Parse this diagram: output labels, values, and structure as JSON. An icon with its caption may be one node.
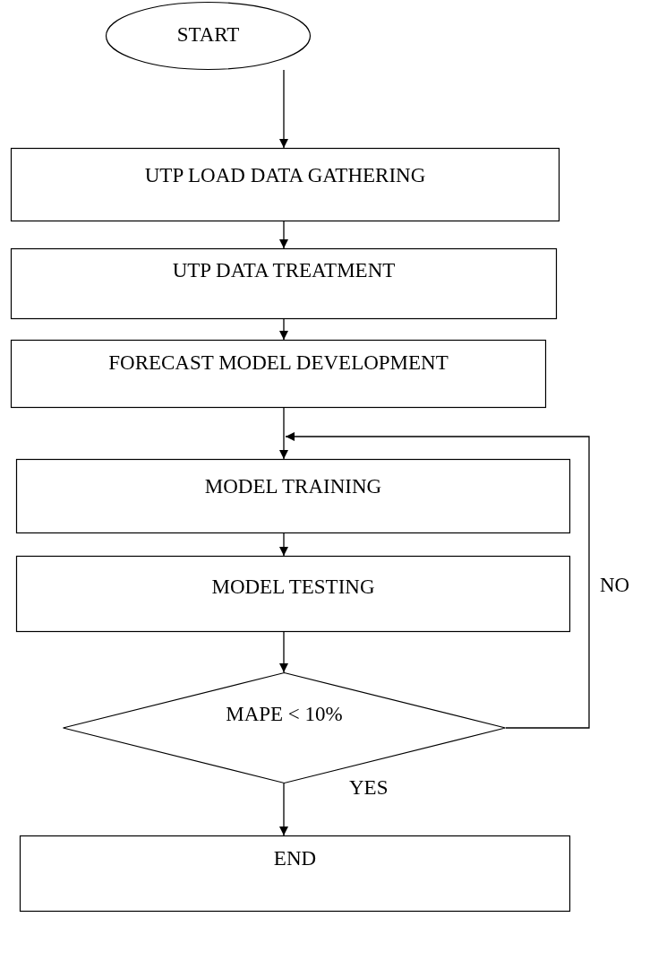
{
  "diagram": {
    "nodes": [
      {
        "text": [
          "START"
        ]
      },
      {
        "text": [
          "UTP LOAD DATA GATHERING"
        ]
      },
      {
        "text": [
          "UTP DATA TREATMENT"
        ]
      },
      {
        "text": [
          "FORECAST MODEL DEVELOPMENT"
        ]
      },
      {
        "text": [
          "MODEL TRAINING"
        ]
      },
      {
        "text": [
          "MODEL TESTING"
        ]
      },
      {
        "text": [
          "MAPE < 10%"
        ]
      },
      {
        "text": [
          "END"
        ]
      }
    ],
    "edges": [
      {
        "from": 0,
        "to": 1,
        "arrow": "to"
      },
      {
        "from": 1,
        "to": 2,
        "arrow": "to"
      },
      {
        "from": 2,
        "to": 3,
        "arrow": "to"
      },
      {
        "from": 3,
        "to": 4,
        "arrow": "to"
      },
      {
        "from": 4,
        "to": 5,
        "arrow": "to"
      },
      {
        "from": 5,
        "to": 6,
        "arrow": "to"
      },
      {
        "from": 6,
        "to": 4,
        "arrow": "to",
        "label": "NO"
      },
      {
        "from": 6,
        "to": 7,
        "arrow": "to",
        "label": "YES"
      }
    ]
  }
}
